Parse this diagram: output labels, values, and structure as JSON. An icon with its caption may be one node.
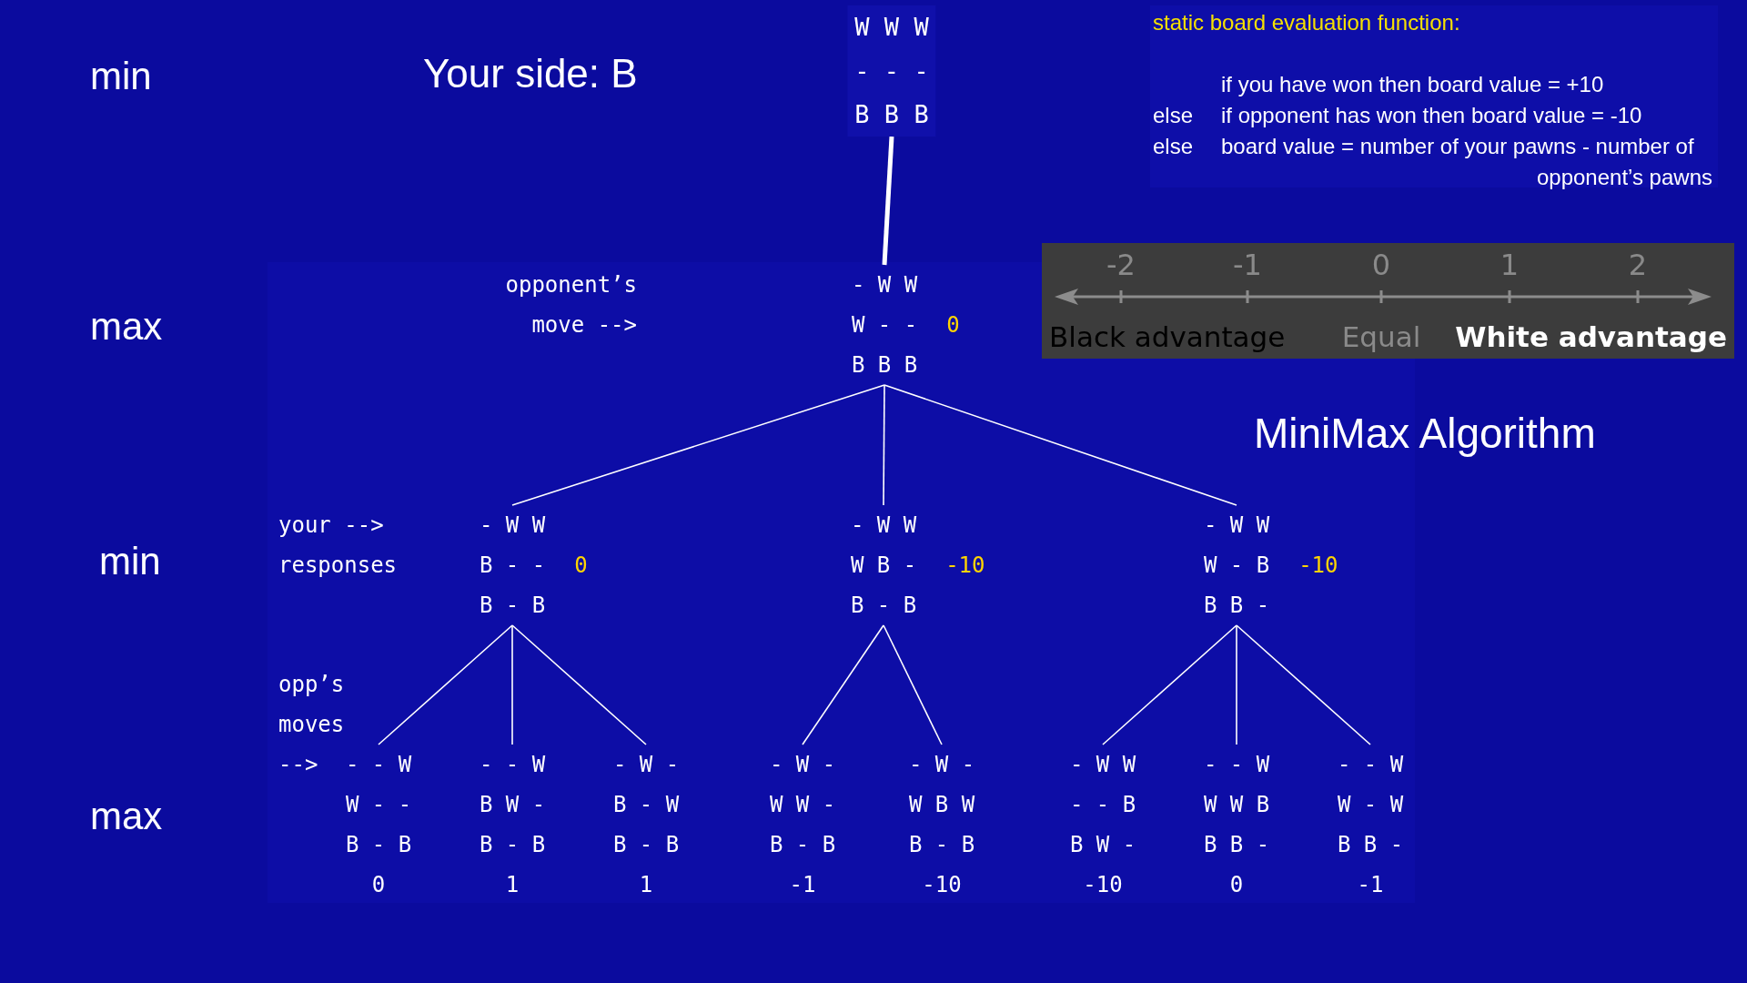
{
  "diagram": {
    "title": "MiniMax Algorithm",
    "nodes": [
      {
        "text": [
          "W W W",
          "- - -",
          "B B B"
        ]
      },
      {
        "text": [
          "- W W",
          "W - -",
          "B B B"
        ],
        "beside": [
          "0"
        ]
      },
      {
        "text": [
          "- W W",
          "B - -",
          "B - B"
        ],
        "beside": [
          "0"
        ]
      },
      {
        "text": [
          "- W W",
          "W B -",
          "B - B"
        ],
        "beside": [
          "-10"
        ]
      },
      {
        "text": [
          "- W W",
          "W - B",
          "B B -"
        ],
        "beside": [
          "-10"
        ]
      },
      {
        "text": [
          "- - W",
          "W - -",
          "B - B"
        ],
        "beside": [
          "0"
        ]
      },
      {
        "text": [
          "- - W",
          "B W -",
          "B - B"
        ],
        "beside": [
          "1"
        ]
      },
      {
        "text": [
          "- W -",
          "B - W",
          "B - B"
        ],
        "beside": [
          "1"
        ]
      },
      {
        "text": [
          "- W -",
          "W W -",
          "B - B"
        ],
        "beside": [
          "-1"
        ]
      },
      {
        "text": [
          "- W -",
          "W B W",
          "B - B"
        ],
        "beside": [
          "-10"
        ]
      },
      {
        "text": [
          "- W W",
          "- - B",
          "B W -"
        ],
        "beside": [
          "-10"
        ]
      },
      {
        "text": [
          "- - W",
          "W W B",
          "B B -"
        ],
        "beside": [
          "0"
        ]
      },
      {
        "text": [
          "- - W",
          "W - W",
          "B B -"
        ],
        "beside": [
          "-1"
        ]
      },
      {
        "text": [
          "static board evaluation function:",
          "if you have won then board value = +10",
          "else",
          "if opponent has won then board value = -10",
          "else",
          "board value = number of your pawns - number of opponent’s pawns"
        ]
      },
      {
        "text": [
          "-2",
          "-1",
          "0",
          "1",
          "2",
          "Black advantage",
          "Equal",
          "White advantage"
        ]
      }
    ],
    "edges": [
      {
        "from": 0,
        "to": 1,
        "arrow": "none",
        "style": "thick"
      },
      {
        "from": 1,
        "to": 2,
        "arrow": "none"
      },
      {
        "from": 1,
        "to": 3,
        "arrow": "none"
      },
      {
        "from": 1,
        "to": 4,
        "arrow": "none"
      },
      {
        "from": 2,
        "to": 5,
        "arrow": "none"
      },
      {
        "from": 2,
        "to": 6,
        "arrow": "none"
      },
      {
        "from": 2,
        "to": 7,
        "arrow": "none"
      },
      {
        "from": 3,
        "to": 8,
        "arrow": "none"
      },
      {
        "from": 3,
        "to": 9,
        "arrow": "none"
      },
      {
        "from": 4,
        "to": 10,
        "arrow": "none"
      },
      {
        "from": 4,
        "to": 11,
        "arrow": "none"
      },
      {
        "from": 4,
        "to": 12,
        "arrow": "none"
      }
    ],
    "labels": [
      "min",
      "Your side: B",
      "max",
      "opponent’s move -->",
      "min",
      "your --> responses",
      "opp’s moves -->",
      "max"
    ]
  }
}
